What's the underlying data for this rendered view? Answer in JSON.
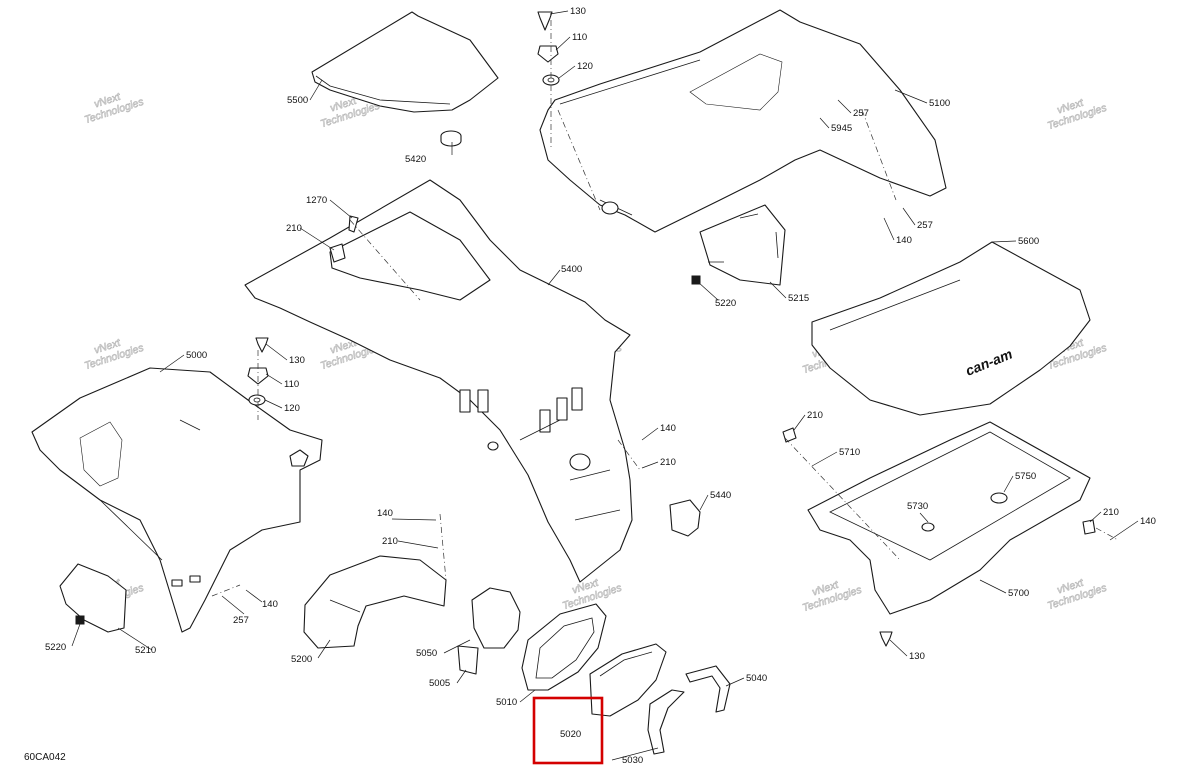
{
  "diagram": {
    "figure_code": "60CA042",
    "brand_mark": "can-am",
    "highlight": {
      "label": "5020",
      "color": "#d40000"
    },
    "watermark": [
      "vNext",
      "Technologies"
    ],
    "callouts": [
      "130",
      "110",
      "120",
      "5500",
      "5420",
      "5100",
      "257",
      "5945",
      "257",
      "140",
      "5215",
      "5220",
      "1270",
      "210",
      "5400",
      "5600",
      "130",
      "110",
      "120",
      "5000",
      "140",
      "210",
      "5440",
      "210",
      "5710",
      "5730",
      "5750",
      "210",
      "140",
      "5700",
      "130",
      "140",
      "210",
      "5200",
      "5050",
      "5005",
      "5010",
      "5020",
      "5030",
      "5040",
      "5210",
      "5220",
      "257",
      "140"
    ]
  }
}
